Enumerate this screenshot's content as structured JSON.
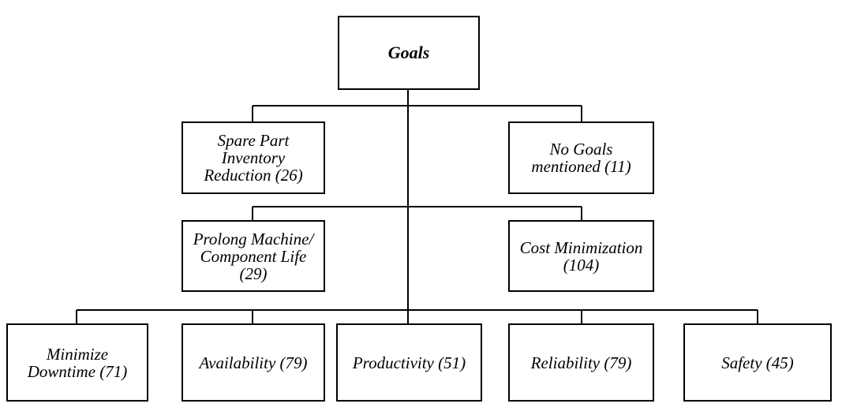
{
  "diagram": {
    "root": {
      "label": "Goals"
    },
    "level1": [
      {
        "id": "spare",
        "lines": [
          "Spare Part",
          "Inventory",
          "Reduction (26)"
        ]
      },
      {
        "id": "nogoals",
        "lines": [
          "No Goals",
          "mentioned (11)"
        ]
      }
    ],
    "level2": [
      {
        "id": "prolong",
        "lines": [
          "Prolong Machine/",
          "Component Life",
          "(29)"
        ]
      },
      {
        "id": "cost",
        "lines": [
          "Cost Minimization",
          "(104)"
        ]
      }
    ],
    "level3": [
      {
        "id": "downtime",
        "lines": [
          "Minimize",
          "Downtime (71)"
        ]
      },
      {
        "id": "availability",
        "lines": [
          "Availability (79)"
        ]
      },
      {
        "id": "productivity",
        "lines": [
          "Productivity (51)"
        ]
      },
      {
        "id": "reliability",
        "lines": [
          "Reliability (79)"
        ]
      },
      {
        "id": "safety",
        "lines": [
          "Safety (45)"
        ]
      }
    ]
  }
}
